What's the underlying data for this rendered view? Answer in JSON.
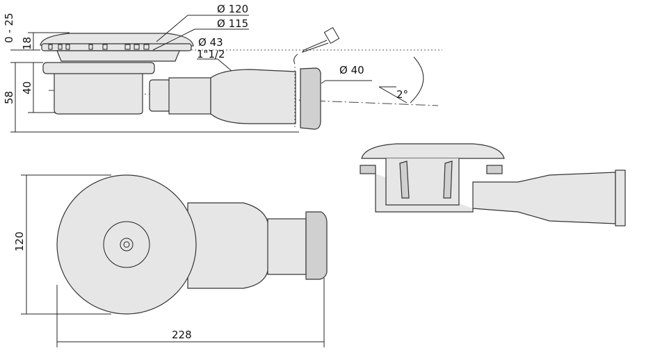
{
  "side_view": {
    "dim_adjust": "0 - 25",
    "dim_cover": "18",
    "dim_body": "40",
    "dim_total": "58",
    "dia_cover_outer": "Ø 120",
    "dia_cover_inner": "Ø 115",
    "dia_outlet": "Ø 43",
    "thread": "1\"1/2",
    "dia_nut": "Ø 40",
    "slope": "2°",
    "saw-icon": "saw-icon"
  },
  "plan_view": {
    "dim_diameter": "120",
    "dim_length": "228"
  },
  "colors": {
    "line": "#222222",
    "fill": "#e6e6e6"
  }
}
